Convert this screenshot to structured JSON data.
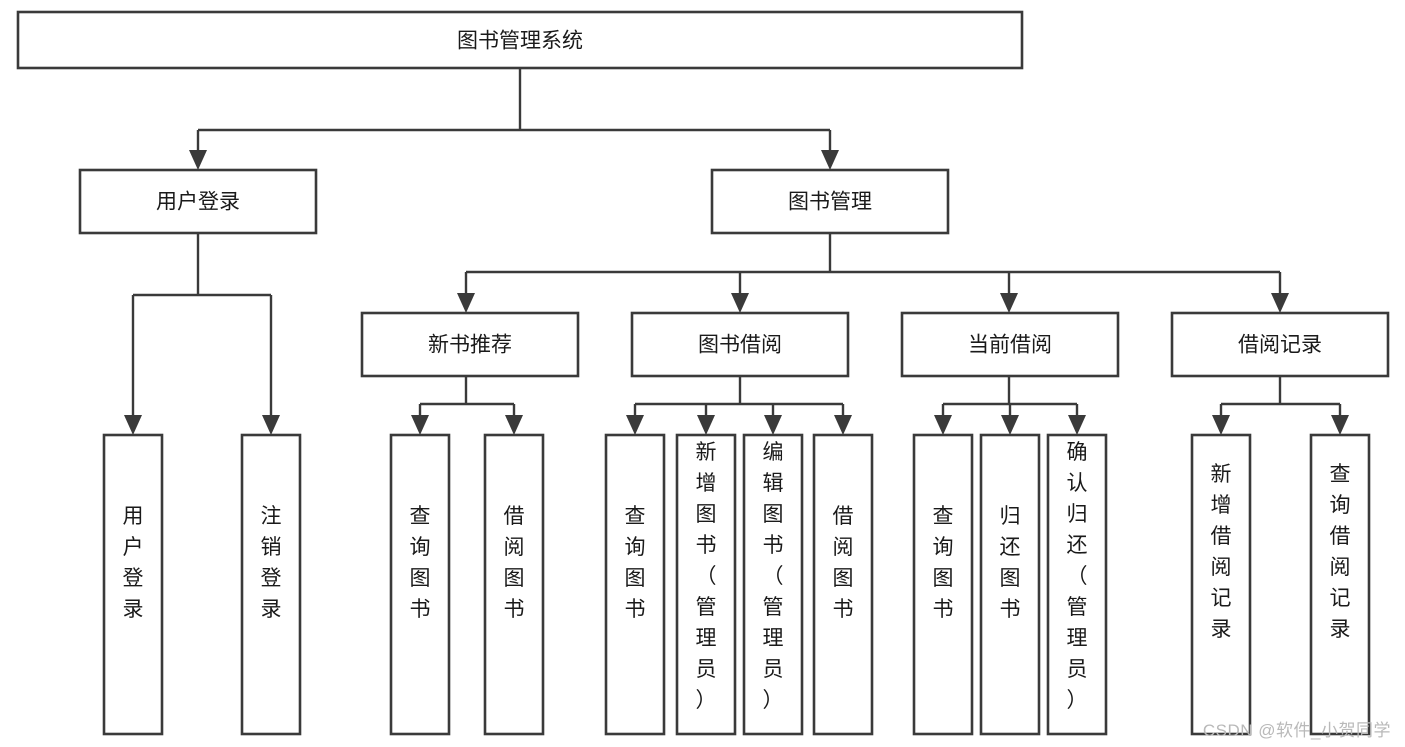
{
  "diagram": {
    "type": "tree-hierarchy",
    "title": "图书管理系统",
    "watermark": "CSDN @软件_小贺同学",
    "colors": {
      "box_stroke": "#3a3a3a",
      "box_fill": "#ffffff",
      "text": "#1a1a1a",
      "connector": "#3a3a3a",
      "watermark": "#b9b9b9",
      "background": "#ffffff"
    },
    "root": {
      "label": "图书管理系统",
      "orientation": "horizontal"
    },
    "level1": [
      {
        "label": "用户登录",
        "orientation": "horizontal"
      },
      {
        "label": "图书管理",
        "orientation": "horizontal"
      }
    ],
    "level2": [
      {
        "label": "新书推荐",
        "orientation": "horizontal",
        "parent": "图书管理"
      },
      {
        "label": "图书借阅",
        "orientation": "horizontal",
        "parent": "图书管理"
      },
      {
        "label": "当前借阅",
        "orientation": "horizontal",
        "parent": "图书管理"
      },
      {
        "label": "借阅记录",
        "orientation": "horizontal",
        "parent": "图书管理"
      }
    ],
    "leaves": {
      "用户登录": [
        {
          "label": "用户登录",
          "orientation": "vertical"
        },
        {
          "label": "注销登录",
          "orientation": "vertical"
        }
      ],
      "新书推荐": [
        {
          "label": "查询图书",
          "orientation": "vertical"
        },
        {
          "label": "借阅图书",
          "orientation": "vertical"
        }
      ],
      "图书借阅": [
        {
          "label": "查询图书",
          "orientation": "vertical"
        },
        {
          "label": "新增图书（管理员）",
          "orientation": "vertical"
        },
        {
          "label": "编辑图书（管理员）",
          "orientation": "vertical"
        },
        {
          "label": "借阅图书",
          "orientation": "vertical"
        }
      ],
      "当前借阅": [
        {
          "label": "查询图书",
          "orientation": "vertical"
        },
        {
          "label": "归还图书",
          "orientation": "vertical"
        },
        {
          "label": "确认归还（管理员）",
          "orientation": "vertical"
        }
      ],
      "借阅记录": [
        {
          "label": "新增借阅记录",
          "orientation": "vertical"
        },
        {
          "label": "查询借阅记录",
          "orientation": "vertical"
        }
      ]
    }
  }
}
